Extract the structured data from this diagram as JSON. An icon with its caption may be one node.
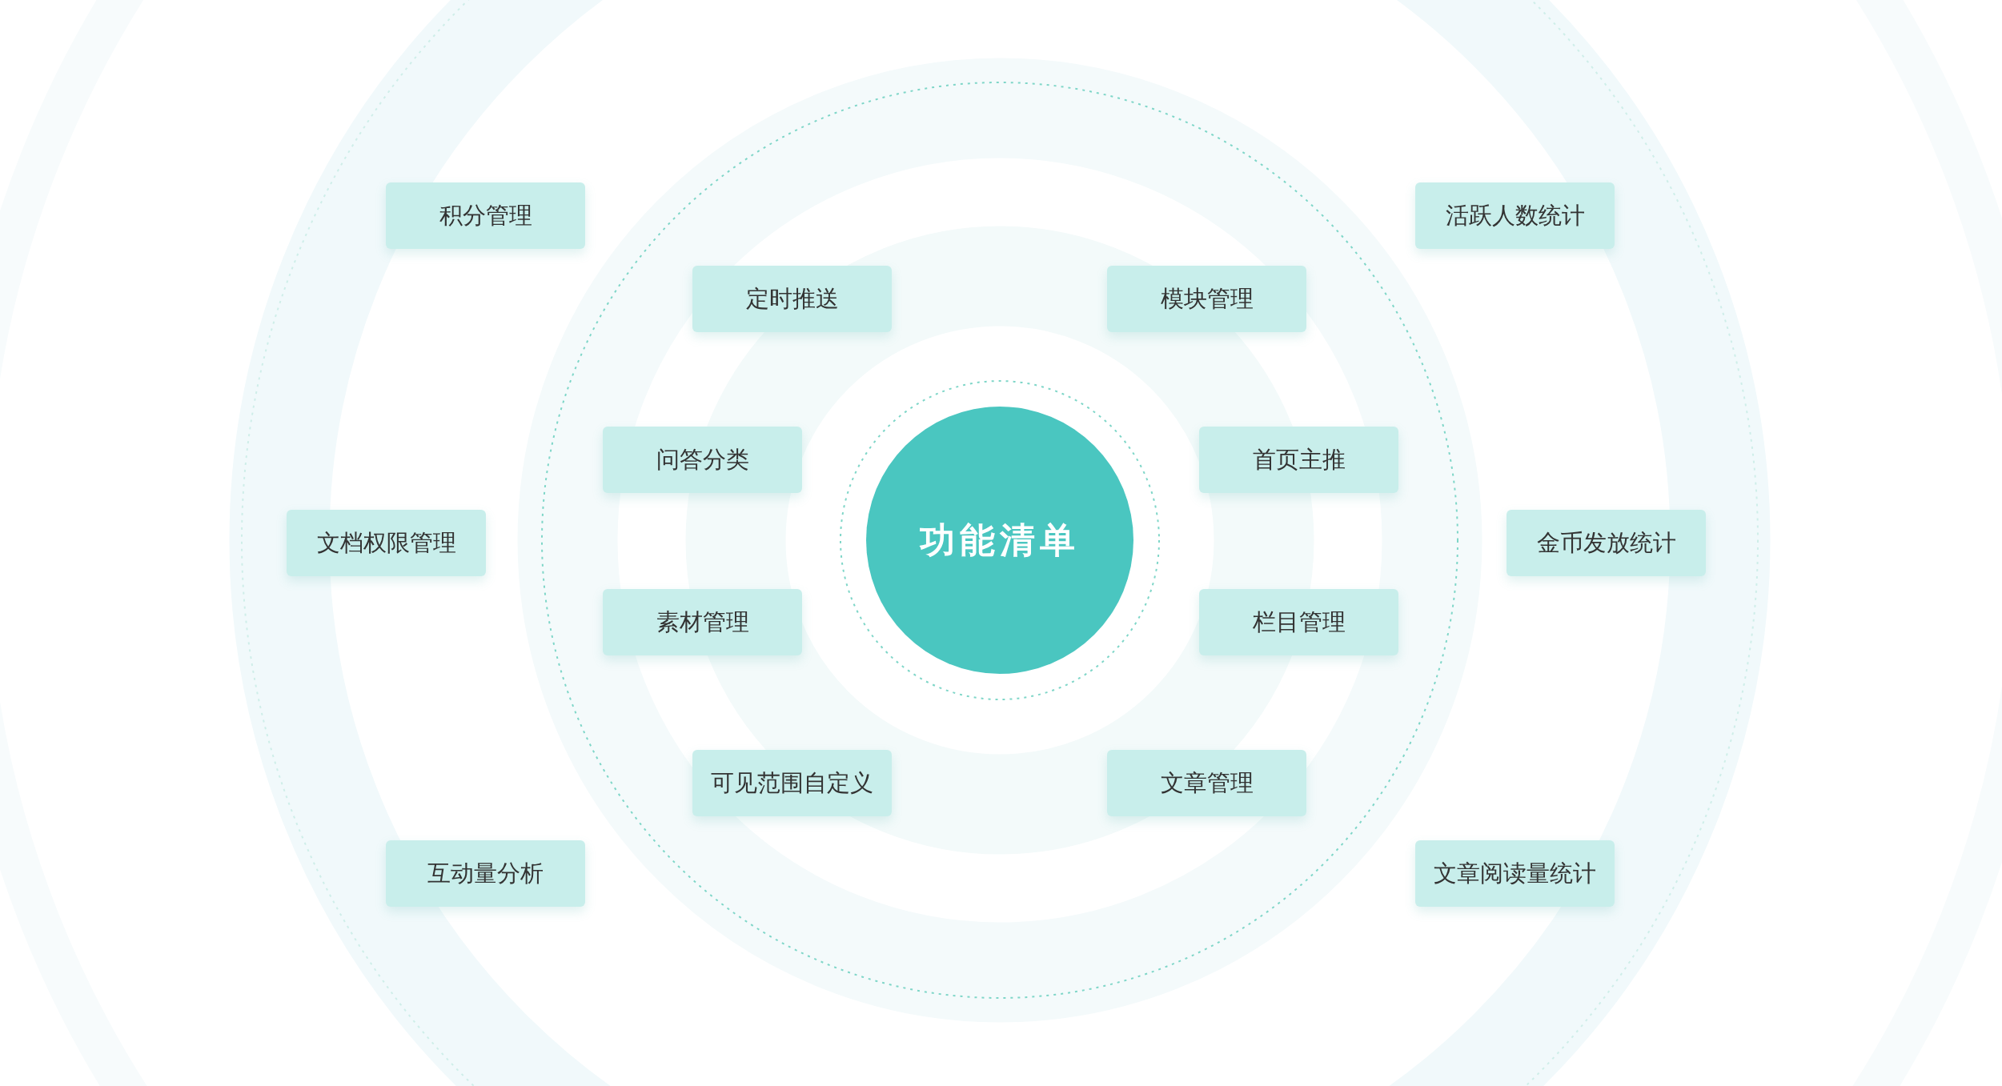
{
  "diagram": {
    "nodes": [
      {
        "text": [
          "功能清单"
        ]
      },
      {
        "text": [
          "积分管理"
        ]
      },
      {
        "text": [
          "活跃人数统计"
        ]
      },
      {
        "text": [
          "定时推送"
        ]
      },
      {
        "text": [
          "模块管理"
        ]
      },
      {
        "text": [
          "问答分类"
        ]
      },
      {
        "text": [
          "首页主推"
        ]
      },
      {
        "text": [
          "文档权限管理"
        ]
      },
      {
        "text": [
          "金币发放统计"
        ]
      },
      {
        "text": [
          "素材管理"
        ]
      },
      {
        "text": [
          "栏目管理"
        ]
      },
      {
        "text": [
          "可见范围自定义"
        ]
      },
      {
        "text": [
          "文章管理"
        ]
      },
      {
        "text": [
          "互动量分析"
        ]
      },
      {
        "text": [
          "文章阅读量统计"
        ]
      }
    ]
  }
}
